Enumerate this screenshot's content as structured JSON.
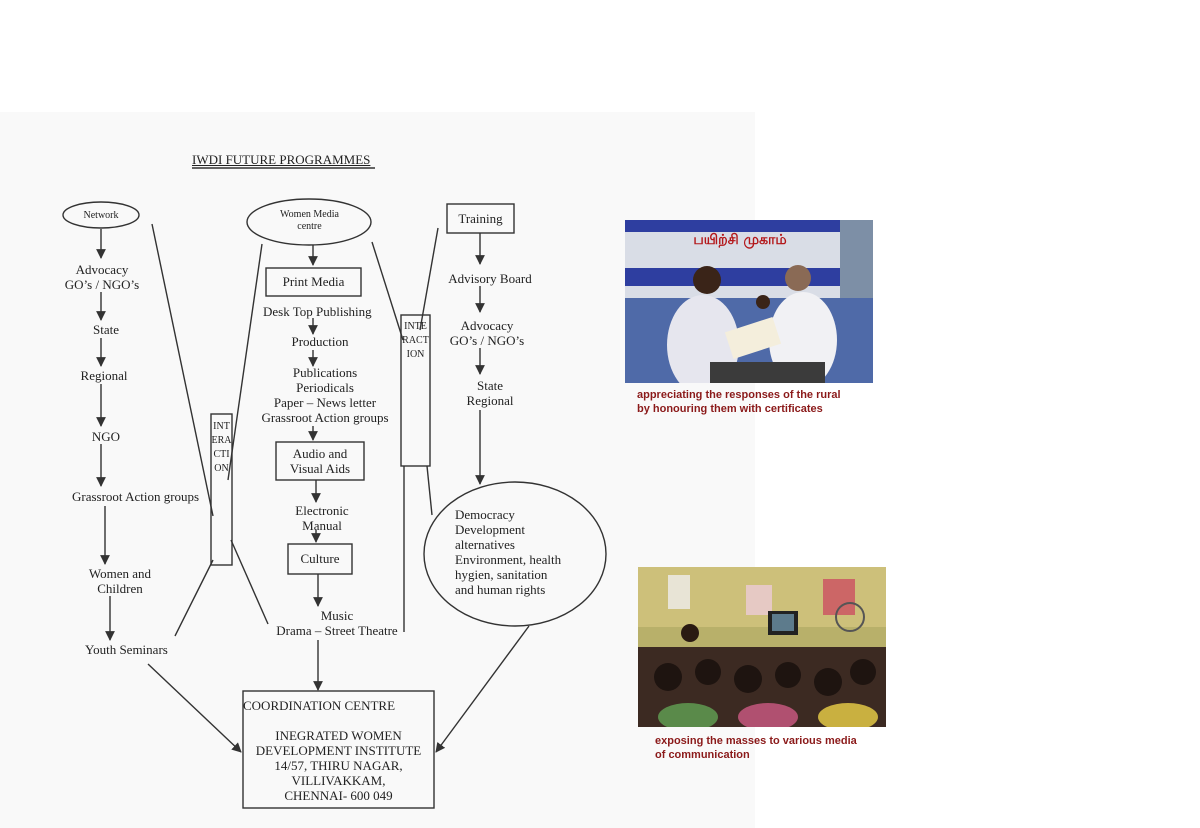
{
  "diagram": {
    "title": "IWDI FUTURE PROGRAMMES",
    "network_column": {
      "header": "Network",
      "steps": [
        "Advocacy\nGO’s / NGO’s",
        "State",
        "Regional",
        "NGO",
        "Grassroot  Action groups",
        "Women and\nChildren",
        "Youth Seminars"
      ]
    },
    "media_column": {
      "header": "Women Media\ncentre",
      "print_media": "Print  Media",
      "desk_top": "Desk Top Publishing",
      "production": "Production",
      "publications": "Publications\nPeriodicals\nPaper – News letter\nGrassroot Action groups",
      "audio_visual": "Audio and\nVisual Aids",
      "electronic": "Electronic\nManual",
      "culture": "Culture",
      "music": "Music\nDrama – Street Theatre"
    },
    "training_column": {
      "header": "Training",
      "advisory": "Advisory Board",
      "advocacy": "Advocacy\nGO’s / NGO’s",
      "state_regional": "State\nRegional",
      "topics": "Democracy\nDevelopment\nalternatives\nEnvironment, health\nhygien, sanitation\nand human rights"
    },
    "interaction_label": "INTERACTION",
    "coordination": {
      "heading": "COORDINATION CENTRE",
      "address": "INEGRATED WOMEN\nDEVELOPMENT INSTITUTE\n14/57, THIRU NAGAR,\nVILLIVAKKAM,\nCHENNAI- 600 049"
    }
  },
  "photos": [
    {
      "caption": "appreciating the responses of the rural\nby honouring them with certificates",
      "banner_text": "பயிற்சி முகாம்"
    },
    {
      "caption": "exposing the masses to various media\nof communication"
    }
  ],
  "colors": {
    "caption": "#8b1a1a",
    "line": "#333333",
    "scan_bg": "#f9f9f9"
  }
}
